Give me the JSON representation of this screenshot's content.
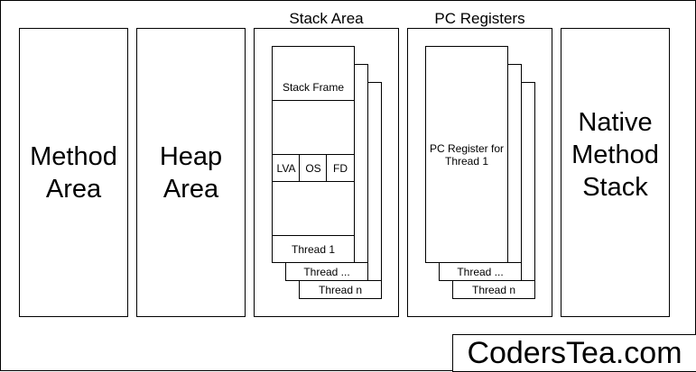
{
  "method_area": {
    "label": "Method\nArea"
  },
  "heap_area": {
    "label": "Heap\nArea"
  },
  "stack_area": {
    "title": "Stack Area",
    "frame_label": "Stack Frame",
    "cells": [
      "LVA",
      "OS",
      "FD"
    ],
    "threads": [
      "Thread 1",
      "Thread ...",
      "Thread n"
    ]
  },
  "pc_registers": {
    "title": "PC Registers",
    "register_label": "PC Register for\nThread 1",
    "threads": [
      "Thread ...",
      "Thread n"
    ]
  },
  "native_method_stack": {
    "label": "Native\nMethod\nStack"
  },
  "watermark": {
    "text": "CodersTea.com"
  }
}
